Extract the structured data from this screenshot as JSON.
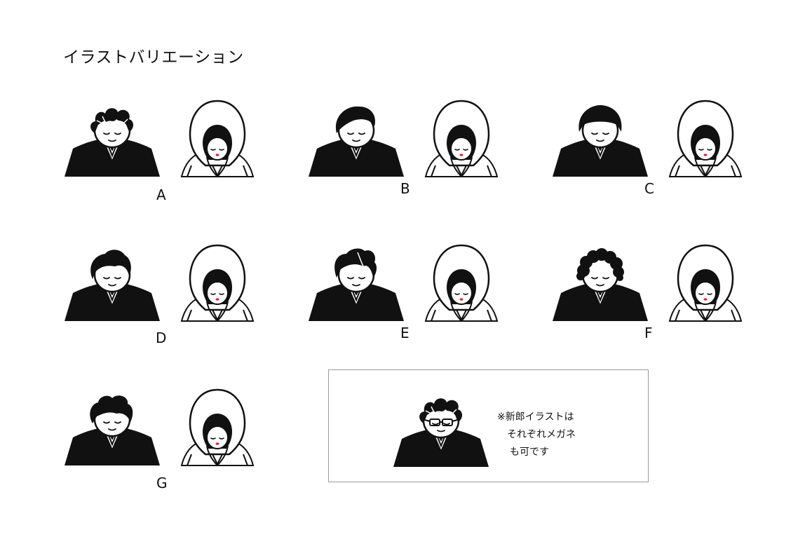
{
  "page": {
    "title": "イラストバリエーション"
  },
  "variants": [
    {
      "label": "A",
      "hair": "wild"
    },
    {
      "label": "B",
      "hair": "side-part"
    },
    {
      "label": "C",
      "hair": "bowl"
    },
    {
      "label": "D",
      "hair": "wave"
    },
    {
      "label": "E",
      "hair": "spiky"
    },
    {
      "label": "F",
      "hair": "curly"
    },
    {
      "label": "G",
      "hair": "messy"
    }
  ],
  "note": {
    "lines": [
      "※新郎イラストは",
      "それぞれメガネ",
      "も可です"
    ],
    "hair": "wild",
    "glasses": true
  },
  "colors": {
    "ink": "#111111",
    "lips": "#e0202a",
    "box_border": "#9a9a9a"
  }
}
